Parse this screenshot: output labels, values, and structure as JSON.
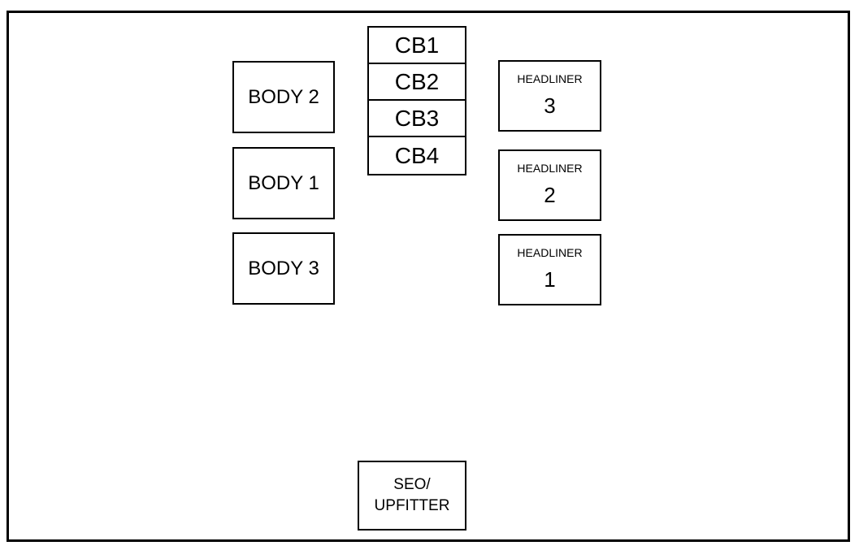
{
  "body_fuses": {
    "body2": "BODY 2",
    "body1": "BODY 1",
    "body3": "BODY 3"
  },
  "circuit_breakers": [
    "CB1",
    "CB2",
    "CB3",
    "CB4"
  ],
  "headliner": {
    "label": "HEADLINER",
    "h3": "3",
    "h2": "2",
    "h1": "1"
  },
  "seo": {
    "line1": "SEO/",
    "line2": "UPFITTER"
  }
}
